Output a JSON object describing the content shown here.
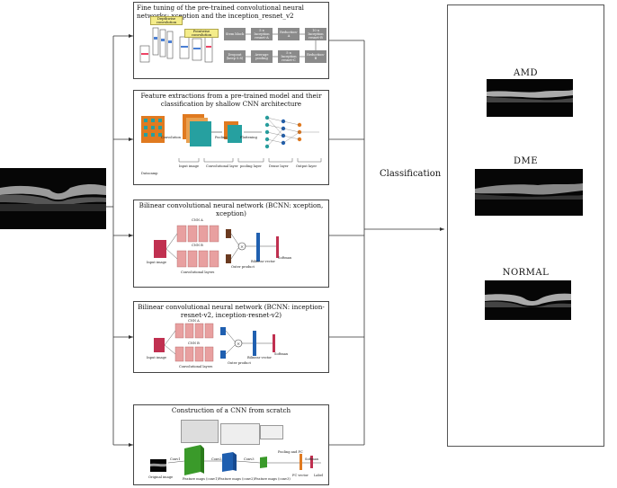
{
  "panels": [
    {
      "title": "Fine tuning of the pre-trained convolutional neural networks: xception and the inception_resnet_v2",
      "labels": {
        "depthwise": "Depthwise convolution",
        "pointwise": "Pointwise convolution",
        "stem": "Stem block",
        "incA": "5 x Inception resnet-A",
        "redA": "Reduction-A",
        "incB": "10 x Inception resnet-B",
        "dropout": "Dropout (keep 0.8)",
        "avgpool": "Average pooling",
        "incC": "5 x Inception resnet-C",
        "redB": "Reduction-B"
      }
    },
    {
      "title": "Feature extractions from a pre-trained model and their classification by shallow CNN architecture",
      "labels": {
        "conv": "Convolution",
        "pool": "Pooling",
        "flat": "Flattening",
        "input": "Input image",
        "convl": "Convolutional layer",
        "pooll": "pooling layer",
        "dense": "Dense layer",
        "output": "Output layer",
        "brand": "Datacamp"
      }
    },
    {
      "title": "Bilinear convolutional neural network (BCNN: xception, xception)",
      "labels": {
        "cnnA": "CNN A",
        "cnnB": "CNN B",
        "input": "Input image",
        "convl": "Convolutional layers",
        "outer": "Outer product",
        "bilinear": "Bilinear vector",
        "softmax": "Softmax"
      }
    },
    {
      "title": "Bilinear convolutional neural network (BCNN: inception-resnet-v2, inception-resnet-v2)",
      "labels": {
        "cnnA": "CNN A",
        "cnnB": "CNN B",
        "input": "Input image",
        "convl": "Convolutional layers",
        "outer": "Outer product",
        "bilinear": "Bilinear vector",
        "softmax": "Softmax"
      }
    },
    {
      "title": "Construction of a CNN from scratch",
      "labels": {
        "orig": "Original image",
        "conv1": "Conv1",
        "conv2": "Conv2",
        "conv3": "Conv3",
        "fm1": "Feature maps (conv1)",
        "fm2": "Feature maps (conv2)",
        "fm3": "Feature maps (conv3)",
        "poolfc": "Pooling and FC",
        "fcv": "FC vector",
        "softmax": "Softmax",
        "label": "Label"
      }
    }
  ],
  "classification_label": "Classification",
  "classes": [
    "AMD",
    "DME",
    "NORMAL"
  ],
  "colors": {
    "line": "#333333",
    "panel_border": "#444444",
    "highlight": "#f4ec8a",
    "gray_block": "#8a8a8a",
    "green_block": "#3a9a2a",
    "blue_block": "#1f5fb0",
    "pink_block": "#e8a0a0",
    "teal": "#26a0a0",
    "orange": "#e07a20"
  }
}
